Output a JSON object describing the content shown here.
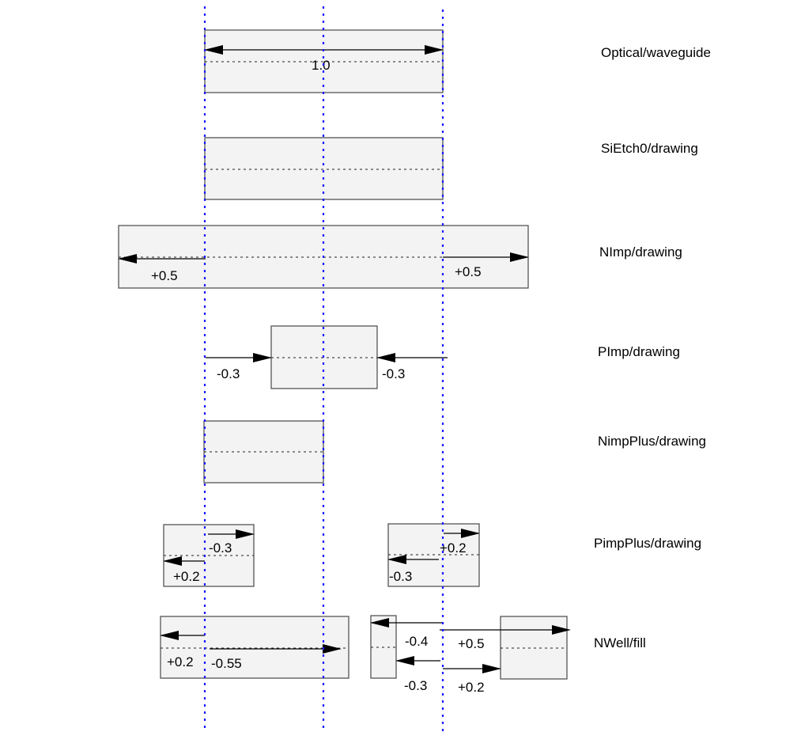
{
  "layers": [
    {
      "name": "Optical/waveguide",
      "dims": [
        "1.0"
      ]
    },
    {
      "name": "SiEtch0/drawing",
      "dims": []
    },
    {
      "name": "NImp/drawing",
      "dims": [
        "+0.5",
        "+0.5"
      ]
    },
    {
      "name": "PImp/drawing",
      "dims": [
        "-0.3",
        "-0.3"
      ]
    },
    {
      "name": "NimpPlus/drawing",
      "dims": []
    },
    {
      "name": "PimpPlus/drawing",
      "dims": [
        "-0.3",
        "+0.2",
        "+0.2",
        "-0.3"
      ]
    },
    {
      "name": "NWell/fill",
      "dims": [
        "+0.2",
        "-0.55",
        "-0.4",
        "-0.3",
        "+0.5",
        "+0.2"
      ]
    }
  ],
  "colors": {
    "guide": "#1a1aff",
    "box_fill": "#f3f3f3"
  }
}
